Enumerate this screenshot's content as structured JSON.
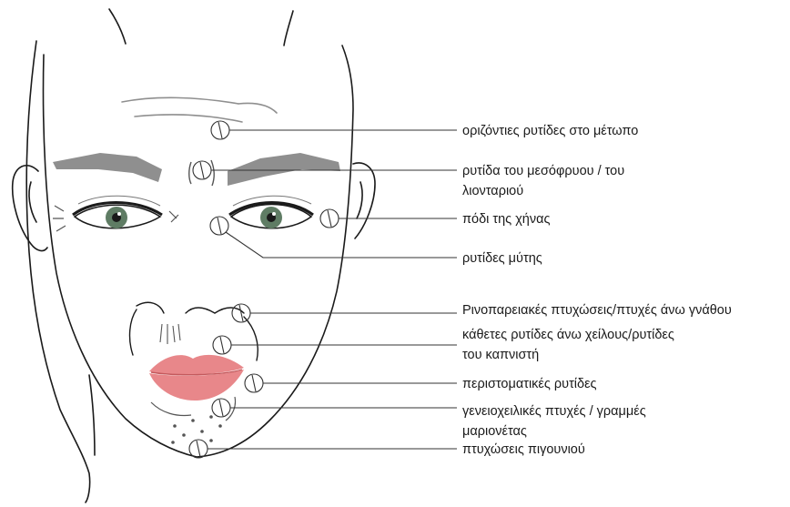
{
  "colors": {
    "outline": "#1a1a1a",
    "brow": "#8f8f8f",
    "iris": "#5f7c64",
    "lip": "#e8878a",
    "leader": "#333333"
  },
  "labels": [
    {
      "id": "forehead",
      "text": "οριζόντιες ρυτίδες στο μέτωπο"
    },
    {
      "id": "glabella",
      "text": "ρυτίδα του μεσόφρυου / του\nλιονταριού"
    },
    {
      "id": "crows-feet",
      "text": "πόδι της χήνας"
    },
    {
      "id": "bunny",
      "text": "ρυτίδες μύτης"
    },
    {
      "id": "nasolabial",
      "text": "Ρινοπαρειακές πτυχώσεις/πτυχές άνω γνάθου"
    },
    {
      "id": "smoker",
      "text": "κάθετες ρυτίδες άνω χείλους/ρυτίδες\nτου καπνιστή"
    },
    {
      "id": "perioral",
      "text": "περιστοματικές ρυτίδες"
    },
    {
      "id": "marionette",
      "text": "γενειοχειλικές πτυχές / γραμμές\nμαριονέτας"
    },
    {
      "id": "chin",
      "text": "πτυχώσεις πιγουνιού"
    }
  ]
}
